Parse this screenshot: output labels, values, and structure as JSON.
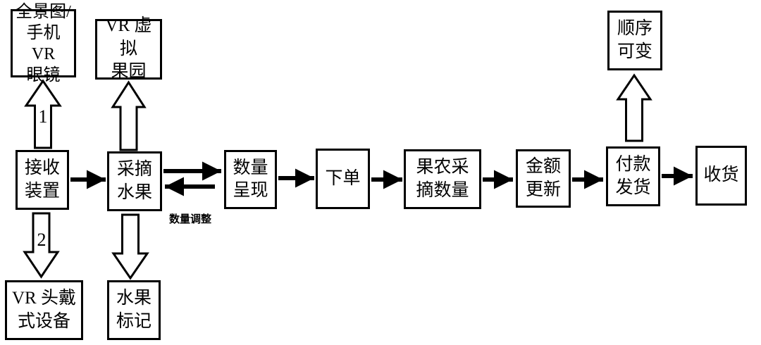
{
  "diagram": {
    "background_color": "#ffffff",
    "line_color": "#000000",
    "nodes": {
      "panorama": {
        "label": "全景图/\n手机 VR\n眼镜"
      },
      "vr_orchard": {
        "label": "VR 虚拟\n果园"
      },
      "order_variable": {
        "label": "顺序\n可变"
      },
      "receive_device": {
        "label": "接收\n装置"
      },
      "pick_fruit": {
        "label": "采摘\n水果"
      },
      "quantity_display": {
        "label": "数量\n呈现"
      },
      "place_order": {
        "label": "下单"
      },
      "farmer_pick_quantity": {
        "label": "果农采\n摘数量"
      },
      "amount_update": {
        "label": "金额\n更新"
      },
      "pay_ship": {
        "label": "付款\n发货"
      },
      "receive_goods": {
        "label": "收货"
      },
      "vr_headset": {
        "label": "VR 头戴\n式设备"
      },
      "fruit_mark": {
        "label": "水果\n标记"
      }
    },
    "labels": {
      "branch_1": "1",
      "branch_2": "2",
      "quantity_adjust": "数量调整"
    },
    "edges": [
      {
        "from": "receive_device",
        "to": "panorama",
        "type": "block-up",
        "label": "1"
      },
      {
        "from": "receive_device",
        "to": "vr_headset",
        "type": "block-down",
        "label": "2"
      },
      {
        "from": "pick_fruit",
        "to": "vr_orchard",
        "type": "block-up"
      },
      {
        "from": "pick_fruit",
        "to": "fruit_mark",
        "type": "block-down"
      },
      {
        "from": "pay_ship",
        "to": "order_variable",
        "type": "block-up"
      },
      {
        "from": "receive_device",
        "to": "pick_fruit",
        "type": "arrow"
      },
      {
        "from": "pick_fruit",
        "to": "quantity_display",
        "type": "arrow"
      },
      {
        "from": "quantity_display",
        "to": "pick_fruit",
        "type": "arrow",
        "label": "数量调整"
      },
      {
        "from": "quantity_display",
        "to": "place_order",
        "type": "arrow"
      },
      {
        "from": "place_order",
        "to": "farmer_pick_quantity",
        "type": "arrow"
      },
      {
        "from": "farmer_pick_quantity",
        "to": "amount_update",
        "type": "arrow"
      },
      {
        "from": "amount_update",
        "to": "pay_ship",
        "type": "arrow"
      },
      {
        "from": "pay_ship",
        "to": "receive_goods",
        "type": "arrow"
      }
    ]
  }
}
